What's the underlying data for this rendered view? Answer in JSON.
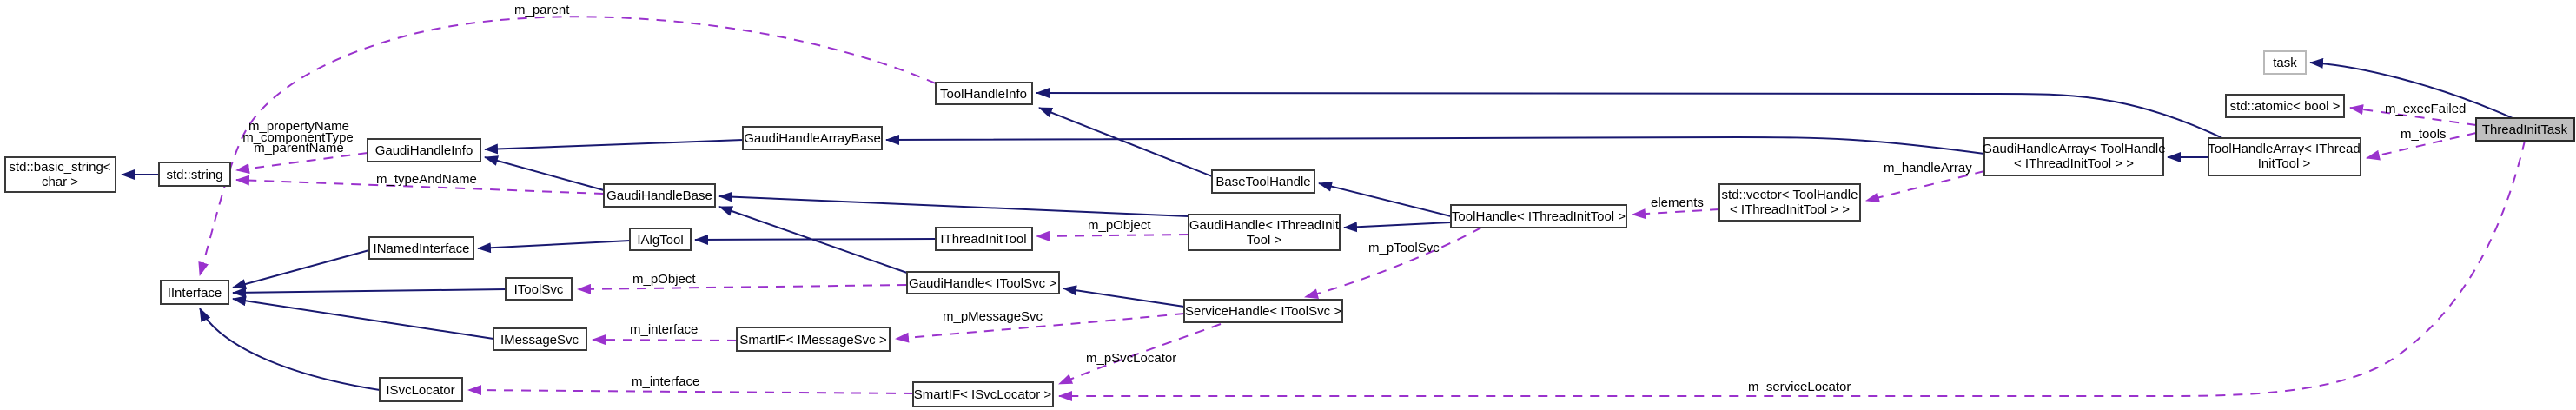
{
  "diagram_type": "uml-collaboration-graph",
  "colors": {
    "background": "#ffffff",
    "inheritance_edge": "#191970",
    "usage_edge": "#9a32cd",
    "node_fill": "#ffffff",
    "node_border": "#3a3a3a",
    "current_node_fill": "#bfbfbf",
    "external_node_border": "#b9b9b9",
    "text": "#000000"
  },
  "nodes": {
    "basic_string": {
      "line1": "std::basic_string<",
      "line2": "char >"
    },
    "std_string": {
      "line1": "std::string"
    },
    "gaudi_handle_info": {
      "line1": "GaudiHandleInfo"
    },
    "gaudi_handle_array_base": {
      "line1": "GaudiHandleArrayBase"
    },
    "tool_handle_info": {
      "line1": "ToolHandleInfo"
    },
    "gaudi_handle_base": {
      "line1": "GaudiHandleBase"
    },
    "base_tool_handle": {
      "line1": "BaseToolHandle"
    },
    "i_thread_init_tool": {
      "line1": "IThreadInitTool"
    },
    "gaudi_handle_thread": {
      "line1": "GaudiHandle< IThreadInit",
      "line2": "Tool >"
    },
    "tool_handle_thread": {
      "line1": "ToolHandle< IThreadInitTool >"
    },
    "std_vector": {
      "line1": "std::vector< ToolHandle",
      "line2": "< IThreadInitTool > >"
    },
    "gaudi_handle_array": {
      "line1": "GaudiHandleArray< ToolHandle",
      "line2": "< IThreadInitTool > >"
    },
    "tool_handle_array": {
      "line1": "ToolHandleArray< IThread",
      "line2": "InitTool >"
    },
    "thread_init_task": {
      "line1": "ThreadInitTask"
    },
    "task": {
      "line1": "task"
    },
    "std_atomic": {
      "line1": "std::atomic< bool >"
    },
    "i_interface": {
      "line1": "IInterface"
    },
    "i_named_interface": {
      "line1": "INamedInterface"
    },
    "i_alg_tool": {
      "line1": "IAlgTool"
    },
    "i_tool_svc": {
      "line1": "IToolSvc"
    },
    "i_message_svc": {
      "line1": "IMessageSvc"
    },
    "i_svc_locator": {
      "line1": "ISvcLocator"
    },
    "smartif_message_svc": {
      "line1": "SmartIF< IMessageSvc >"
    },
    "smartif_svc_locator": {
      "line1": "SmartIF< ISvcLocator >"
    },
    "gaudi_handle_tool_svc": {
      "line1": "GaudiHandle< IToolSvc >"
    },
    "service_handle_tool_svc": {
      "line1": "ServiceHandle< IToolSvc >"
    }
  },
  "labels": {
    "m_parent": "m_parent",
    "m_propertyName": "m_propertyName",
    "m_componentType": "m_componentType",
    "m_parentName": "m_parentName",
    "m_typeAndName": "m_typeAndName",
    "m_pObject_thread": "m_pObject",
    "m_pObject_toolsvc": "m_pObject",
    "elements": "elements",
    "m_handleArray": "m_handleArray",
    "m_execFailed": "m_execFailed",
    "m_tools": "m_tools",
    "m_pToolSvc": "m_pToolSvc",
    "m_pMessageSvc": "m_pMessageSvc",
    "m_pSvcLocator": "m_pSvcLocator",
    "m_interface_msg": "m_interface",
    "m_interface_svc": "m_interface",
    "m_serviceLocator": "m_serviceLocator"
  },
  "edges": [
    {
      "from": "std::string",
      "to": "std::basic_string< char >",
      "kind": "inheritance"
    },
    {
      "from": "GaudiHandleBase",
      "to": "GaudiHandleInfo",
      "kind": "inheritance"
    },
    {
      "from": "GaudiHandleArrayBase",
      "to": "GaudiHandleInfo",
      "kind": "inheritance"
    },
    {
      "from": "BaseToolHandle",
      "to": "ToolHandleInfo",
      "kind": "inheritance"
    },
    {
      "from": "ToolHandleArray< IThreadInitTool >",
      "to": "ToolHandleInfo",
      "kind": "inheritance"
    },
    {
      "from": "GaudiHandleArray< ToolHandle< IThreadInitTool > >",
      "to": "GaudiHandleArrayBase",
      "kind": "inheritance"
    },
    {
      "from": "GaudiHandle< IThreadInitTool >",
      "to": "GaudiHandleBase",
      "kind": "inheritance"
    },
    {
      "from": "GaudiHandle< IToolSvc >",
      "to": "GaudiHandleBase",
      "kind": "inheritance"
    },
    {
      "from": "ToolHandle< IThreadInitTool >",
      "to": "BaseToolHandle",
      "kind": "inheritance"
    },
    {
      "from": "ToolHandle< IThreadInitTool >",
      "to": "GaudiHandle< IThreadInitTool >",
      "kind": "inheritance"
    },
    {
      "from": "ToolHandleArray< IThreadInitTool >",
      "to": "GaudiHandleArray< ToolHandle< IThreadInitTool > >",
      "kind": "inheritance"
    },
    {
      "from": "ThreadInitTask",
      "to": "task",
      "kind": "inheritance"
    },
    {
      "from": "INamedInterface",
      "to": "IInterface",
      "kind": "inheritance"
    },
    {
      "from": "IToolSvc",
      "to": "IInterface",
      "kind": "inheritance"
    },
    {
      "from": "IMessageSvc",
      "to": "IInterface",
      "kind": "inheritance"
    },
    {
      "from": "ISvcLocator",
      "to": "IInterface",
      "kind": "inheritance"
    },
    {
      "from": "IAlgTool",
      "to": "INamedInterface",
      "kind": "inheritance"
    },
    {
      "from": "IThreadInitTool",
      "to": "IAlgTool",
      "kind": "inheritance"
    },
    {
      "from": "ServiceHandle< IToolSvc >",
      "to": "GaudiHandle< IToolSvc >",
      "kind": "inheritance"
    },
    {
      "from": "GaudiHandleInfo",
      "to": "std::string",
      "kind": "usage",
      "label": "m_propertyName m_componentType m_parentName"
    },
    {
      "from": "GaudiHandleBase",
      "to": "std::string",
      "kind": "usage",
      "label": "m_typeAndName"
    },
    {
      "from": "ToolHandleInfo",
      "to": "IInterface",
      "kind": "usage",
      "label": "m_parent"
    },
    {
      "from": "GaudiHandle< IThreadInitTool >",
      "to": "IThreadInitTool",
      "kind": "usage",
      "label": "m_pObject"
    },
    {
      "from": "GaudiHandle< IToolSvc >",
      "to": "IToolSvc",
      "kind": "usage",
      "label": "m_pObject"
    },
    {
      "from": "std::vector< ToolHandle< IThreadInitTool > >",
      "to": "ToolHandle< IThreadInitTool >",
      "kind": "usage",
      "label": "elements"
    },
    {
      "from": "GaudiHandleArray< ToolHandle< IThreadInitTool > >",
      "to": "std::vector< ToolHandle< IThreadInitTool > >",
      "kind": "usage",
      "label": "m_handleArray"
    },
    {
      "from": "ThreadInitTask",
      "to": "ToolHandleArray< IThreadInitTool >",
      "kind": "usage",
      "label": "m_tools"
    },
    {
      "from": "ThreadInitTask",
      "to": "std::atomic< bool >",
      "kind": "usage",
      "label": "m_execFailed"
    },
    {
      "from": "ThreadInitTask",
      "to": "SmartIF< ISvcLocator >",
      "kind": "usage",
      "label": "m_serviceLocator"
    },
    {
      "from": "ToolHandle< IThreadInitTool >",
      "to": "ServiceHandle< IToolSvc >",
      "kind": "usage",
      "label": "m_pToolSvc"
    },
    {
      "from": "ServiceHandle< IToolSvc >",
      "to": "SmartIF< IMessageSvc >",
      "kind": "usage",
      "label": "m_pMessageSvc"
    },
    {
      "from": "ServiceHandle< IToolSvc >",
      "to": "SmartIF< ISvcLocator >",
      "kind": "usage",
      "label": "m_pSvcLocator"
    },
    {
      "from": "SmartIF< IMessageSvc >",
      "to": "IMessageSvc",
      "kind": "usage",
      "label": "m_interface"
    },
    {
      "from": "SmartIF< ISvcLocator >",
      "to": "ISvcLocator",
      "kind": "usage",
      "label": "m_interface"
    }
  ]
}
